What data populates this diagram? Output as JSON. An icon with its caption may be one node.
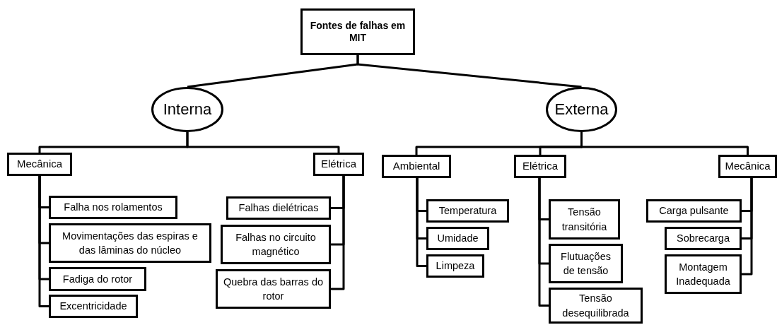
{
  "diagram": {
    "nodes": [
      {
        "text": [
          "Fontes de falhas em MIT"
        ]
      },
      {
        "text": [
          "Interna"
        ]
      },
      {
        "text": [
          "Externa"
        ]
      },
      {
        "text": [
          "Mecânica"
        ]
      },
      {
        "text": [
          "Elétrica"
        ]
      },
      {
        "text": [
          "Falha nos rolamentos"
        ]
      },
      {
        "text": [
          "Movimentações das espiras e das lâminas do núcleo"
        ]
      },
      {
        "text": [
          "Fadiga do rotor"
        ]
      },
      {
        "text": [
          "Excentricidade"
        ]
      },
      {
        "text": [
          "Falhas dielétricas"
        ]
      },
      {
        "text": [
          "Falhas no circuito magnético"
        ]
      },
      {
        "text": [
          "Quebra das barras do rotor"
        ]
      },
      {
        "text": [
          "Ambiental"
        ]
      },
      {
        "text": [
          "Elétrica"
        ]
      },
      {
        "text": [
          "Mecânica"
        ]
      },
      {
        "text": [
          "Temperatura"
        ]
      },
      {
        "text": [
          "Umidade"
        ]
      },
      {
        "text": [
          "Limpeza"
        ]
      },
      {
        "text": [
          "Tensão transitória"
        ]
      },
      {
        "text": [
          "Flutuações de tensão"
        ]
      },
      {
        "text": [
          "Tensão desequilibrada"
        ]
      },
      {
        "text": [
          "Carga pulsante"
        ]
      },
      {
        "text": [
          "Sobrecarga"
        ]
      },
      {
        "text": [
          "Montagem Inadequada"
        ]
      }
    ],
    "edges": [
      {
        "from": 0,
        "to": 1,
        "arrow": "none"
      },
      {
        "from": 0,
        "to": 2,
        "arrow": "none"
      },
      {
        "from": 1,
        "to": 3,
        "arrow": "none"
      },
      {
        "from": 1,
        "to": 4,
        "arrow": "none"
      },
      {
        "from": 2,
        "to": 12,
        "arrow": "none"
      },
      {
        "from": 2,
        "to": 13,
        "arrow": "none"
      },
      {
        "from": 2,
        "to": 14,
        "arrow": "none"
      },
      {
        "from": 3,
        "to": 5,
        "arrow": "none"
      },
      {
        "from": 3,
        "to": 6,
        "arrow": "none"
      },
      {
        "from": 3,
        "to": 7,
        "arrow": "none"
      },
      {
        "from": 3,
        "to": 8,
        "arrow": "none"
      },
      {
        "from": 4,
        "to": 9,
        "arrow": "none"
      },
      {
        "from": 4,
        "to": 10,
        "arrow": "none"
      },
      {
        "from": 4,
        "to": 11,
        "arrow": "none"
      },
      {
        "from": 12,
        "to": 15,
        "arrow": "none"
      },
      {
        "from": 12,
        "to": 16,
        "arrow": "none"
      },
      {
        "from": 12,
        "to": 17,
        "arrow": "none"
      },
      {
        "from": 13,
        "to": 18,
        "arrow": "none"
      },
      {
        "from": 13,
        "to": 19,
        "arrow": "none"
      },
      {
        "from": 13,
        "to": 20,
        "arrow": "none"
      },
      {
        "from": 14,
        "to": 21,
        "arrow": "none"
      },
      {
        "from": 14,
        "to": 22,
        "arrow": "none"
      },
      {
        "from": 14,
        "to": 23,
        "arrow": "none"
      }
    ]
  }
}
